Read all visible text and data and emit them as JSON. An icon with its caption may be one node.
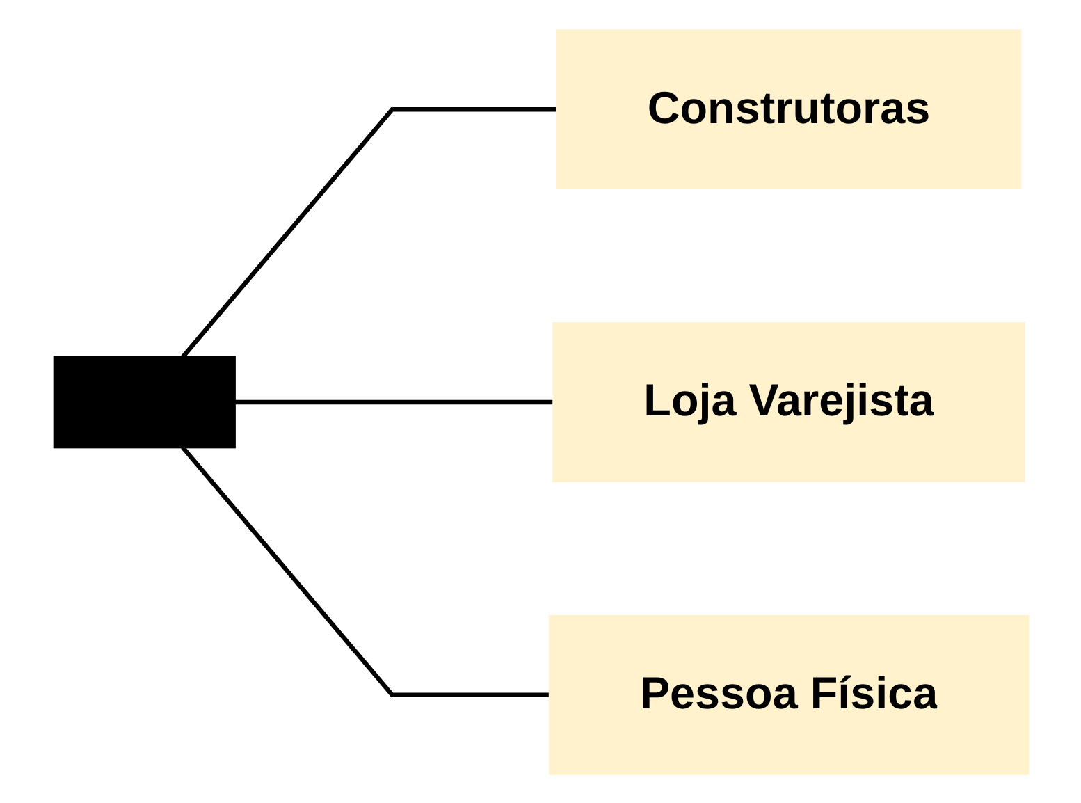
{
  "diagram": {
    "nodes": [
      {
        "text": [],
        "shape": "box"
      },
      {
        "text": [
          "Construtoras"
        ]
      },
      {
        "text": [
          "Loja Varejista"
        ]
      },
      {
        "text": [
          "Pessoa Física"
        ]
      }
    ],
    "edges": [
      {
        "from": 0,
        "to": 1,
        "arrow": "none"
      },
      {
        "from": 0,
        "to": 2,
        "arrow": "none"
      },
      {
        "from": 0,
        "to": 3,
        "arrow": "none"
      }
    ]
  }
}
